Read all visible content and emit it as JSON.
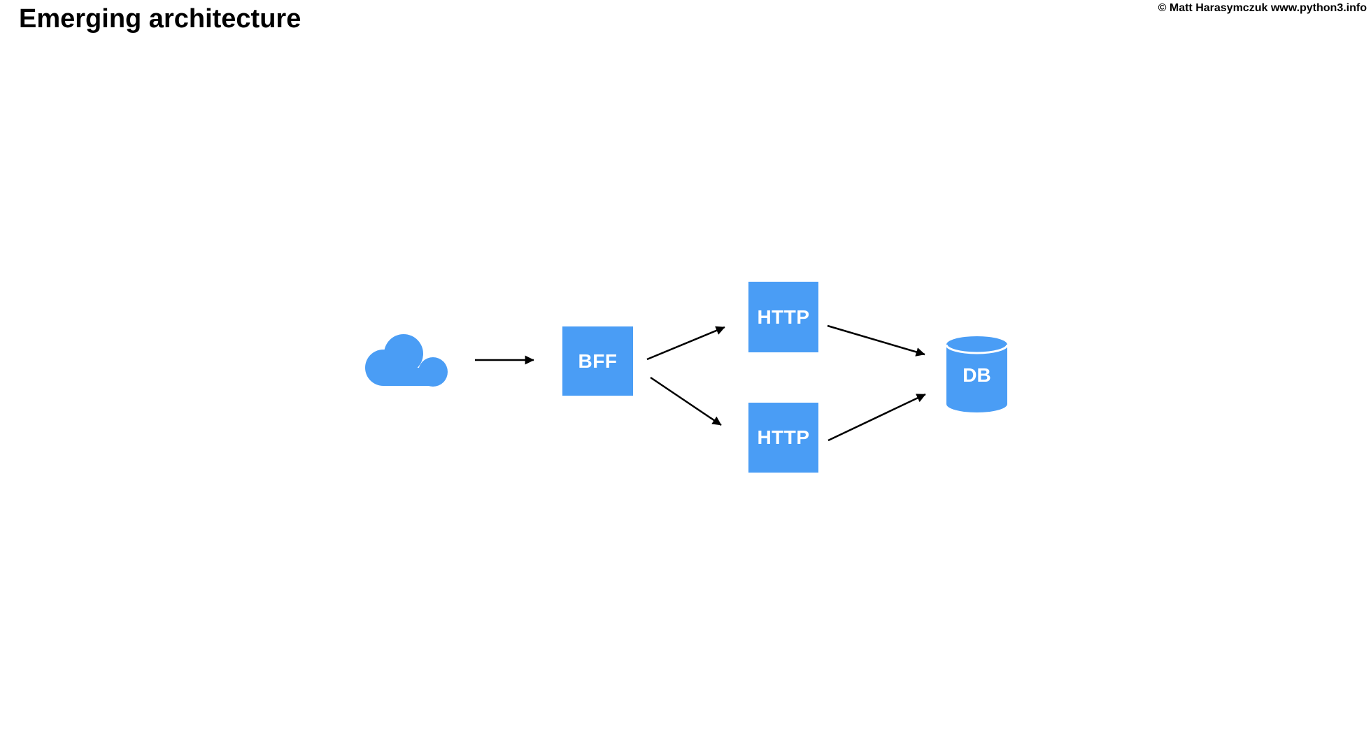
{
  "header": {
    "title": "Emerging architecture",
    "copyright": "© Matt Harasymczuk www.python3.info"
  },
  "colors": {
    "accent_blue": "#4a9df5",
    "arrow_black": "#000000",
    "label_white": "#ffffff",
    "background": "#ffffff"
  },
  "diagram": {
    "nodes": [
      {
        "id": "cloud",
        "type": "cloud-icon",
        "label": ""
      },
      {
        "id": "bff",
        "type": "box",
        "label": "BFF"
      },
      {
        "id": "http-top",
        "type": "box",
        "label": "HTTP"
      },
      {
        "id": "http-bottom",
        "type": "box",
        "label": "HTTP"
      },
      {
        "id": "db",
        "type": "cylinder",
        "label": "DB"
      }
    ],
    "edges": [
      {
        "from": "cloud",
        "to": "bff"
      },
      {
        "from": "bff",
        "to": "http-top"
      },
      {
        "from": "bff",
        "to": "http-bottom"
      },
      {
        "from": "http-top",
        "to": "db"
      },
      {
        "from": "http-bottom",
        "to": "db"
      }
    ]
  }
}
